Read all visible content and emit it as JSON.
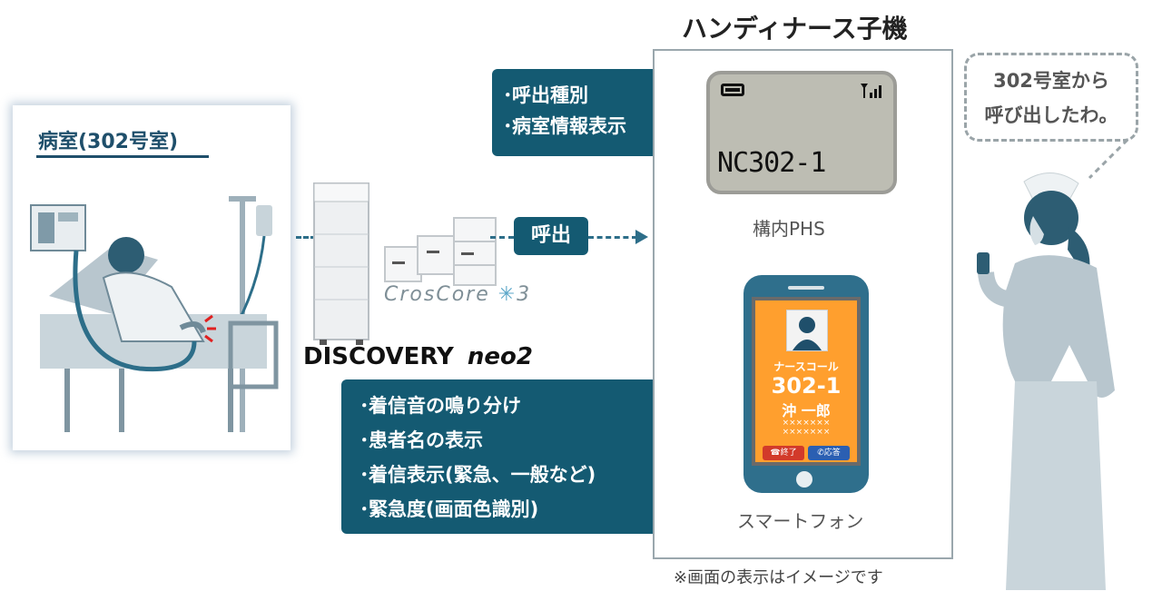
{
  "room": {
    "title": "病室(302号室)"
  },
  "products": {
    "crosscore": "CrosCore",
    "crosscore_suffix": "3",
    "discovery": "DISCOVERY",
    "discovery_suffix": "neo2"
  },
  "call_label": "呼出",
  "callout_top": {
    "lines": [
      "呼出種別",
      "病室情報表示"
    ]
  },
  "callout_bottom": {
    "lines": [
      "着信音の鳴り分け",
      "患者名の表示",
      "着信表示(緊急、一般など)",
      "緊急度(画面色識別)"
    ]
  },
  "handset": {
    "title": "ハンディナース子機",
    "phs_screen_text": "NC302-1",
    "phs_label": "構内PHS",
    "smartphone": {
      "nurse_call": "ナースコール",
      "room": "302-1",
      "name": "沖 一郎",
      "mask_line1": "×××××××",
      "mask_line2": "×××××××",
      "end_btn": "終了",
      "answer_btn": "応答"
    },
    "smartphone_label": "スマートフォン"
  },
  "note": "※画面の表示はイメージです",
  "speech": {
    "lines": [
      "302号室から",
      "呼び出したわ。"
    ]
  },
  "colors": {
    "teal_dark": "#145a72",
    "room_text": "#1f4f6b",
    "smartphone_screen": "#ff9f2e"
  }
}
